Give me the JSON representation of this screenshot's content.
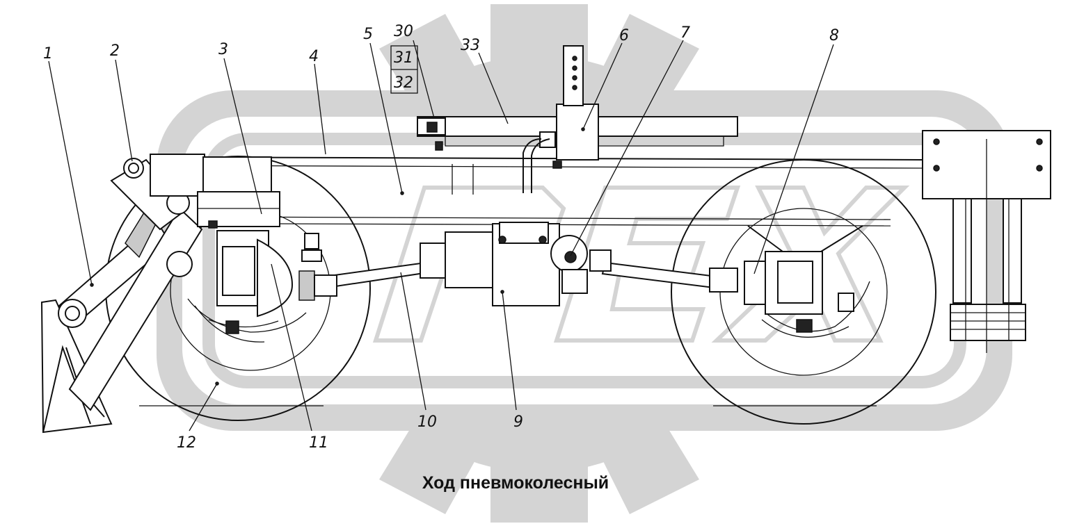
{
  "figure": {
    "caption": "Ход пневмоколесный",
    "callouts": {
      "c1": "1",
      "c2": "2",
      "c3": "3",
      "c4": "4",
      "c5": "5",
      "c6": "6",
      "c7": "7",
      "c8": "8",
      "c9": "9",
      "c10": "10",
      "c11": "11",
      "c12": "12",
      "c30": "30",
      "c31": "31",
      "c32": "32",
      "c33": "33"
    }
  },
  "colors": {
    "watermark": "#d4d4d4",
    "line": "#111111",
    "background": "#ffffff"
  }
}
